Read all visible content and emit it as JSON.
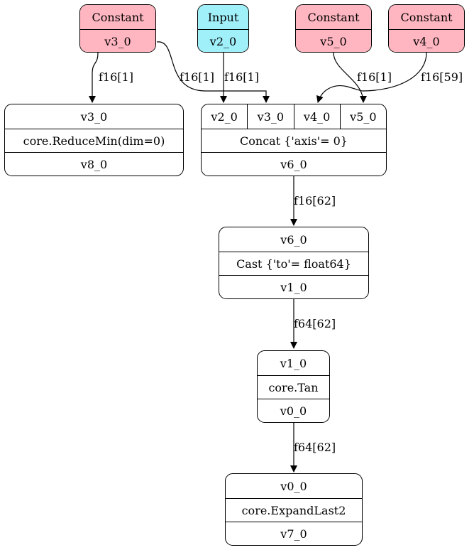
{
  "nodes": {
    "const_v3": {
      "header": "Constant",
      "value": "v3_0",
      "fill": "#ffb6c1"
    },
    "input_v2": {
      "header": "Input",
      "value": "v2_0",
      "fill": "#a0f0fa"
    },
    "const_v5": {
      "header": "Constant",
      "value": "v5_0",
      "fill": "#ffb6c1"
    },
    "const_v4": {
      "header": "Constant",
      "value": "v4_0",
      "fill": "#ffb6c1"
    },
    "reducemin": {
      "input": "v3_0",
      "op": "core.ReduceMin(dim=0)",
      "output": "v8_0"
    },
    "concat": {
      "inputs": [
        "v2_0",
        "v3_0",
        "v4_0",
        "v5_0"
      ],
      "op": "Concat {'axis'= 0}",
      "output": "v6_0"
    },
    "cast": {
      "input": "v6_0",
      "op": "Cast {'to'= float64}",
      "output": "v1_0"
    },
    "tan": {
      "input": "v1_0",
      "op": "core.Tan",
      "output": "v0_0"
    },
    "expand": {
      "input": "v0_0",
      "op": "core.ExpandLast2",
      "output": "v7_0"
    }
  },
  "edges": {
    "v3_to_reducemin": "f16[1]",
    "v3_to_concat": "f16[1]",
    "v2_to_concat": "f16[1]",
    "v5_to_concat": "f16[1]",
    "v4_to_concat": "f16[59]",
    "concat_to_cast": "f16[62]",
    "cast_to_tan": "f64[62]",
    "tan_to_expand": "f64[62]"
  }
}
